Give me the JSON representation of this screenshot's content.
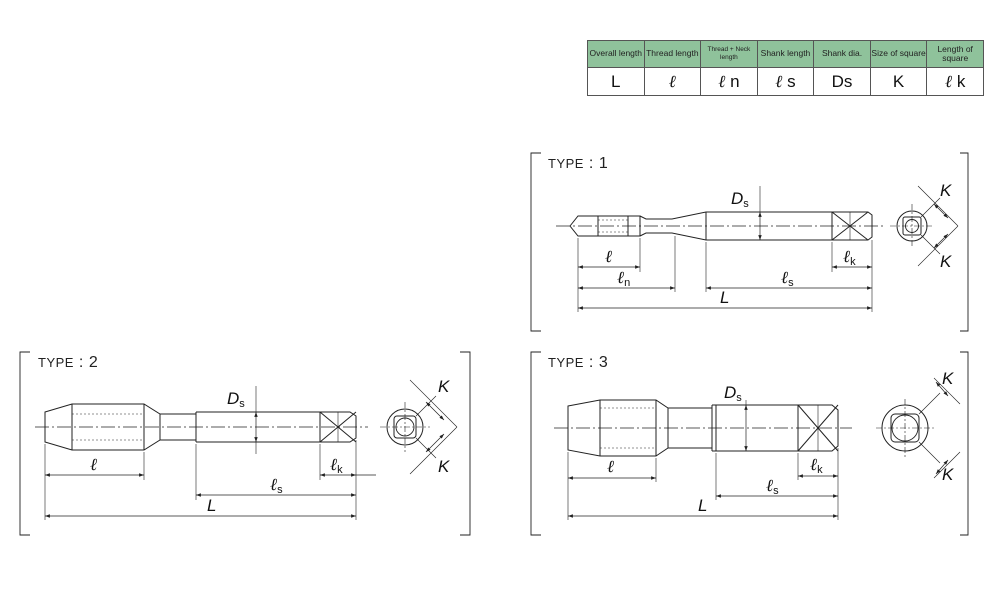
{
  "legend": {
    "headers": [
      "Overall length",
      "Thread length",
      "Thread + Neck length",
      "Shank length",
      "Shank dia.",
      "Size of square",
      "Length of square"
    ],
    "symbols": [
      {
        "main": "L",
        "sub": ""
      },
      {
        "main": "ℓ",
        "sub": ""
      },
      {
        "main": "ℓ",
        "sub": "n"
      },
      {
        "main": "ℓ",
        "sub": "s"
      },
      {
        "main": "D",
        "sub": "s"
      },
      {
        "main": "K",
        "sub": ""
      },
      {
        "main": "ℓ",
        "sub": "k"
      }
    ]
  },
  "types": {
    "t1": {
      "prefix": "TYPE",
      "colon": ":",
      "num": "1"
    },
    "t2": {
      "prefix": "TYPE",
      "colon": ":",
      "num": "2"
    },
    "t3": {
      "prefix": "TYPE",
      "colon": ":",
      "num": "3"
    }
  },
  "dims": {
    "L": "L",
    "ell": "ℓ",
    "n": "n",
    "s": "s",
    "k": "k",
    "D": "D",
    "K": "K"
  }
}
